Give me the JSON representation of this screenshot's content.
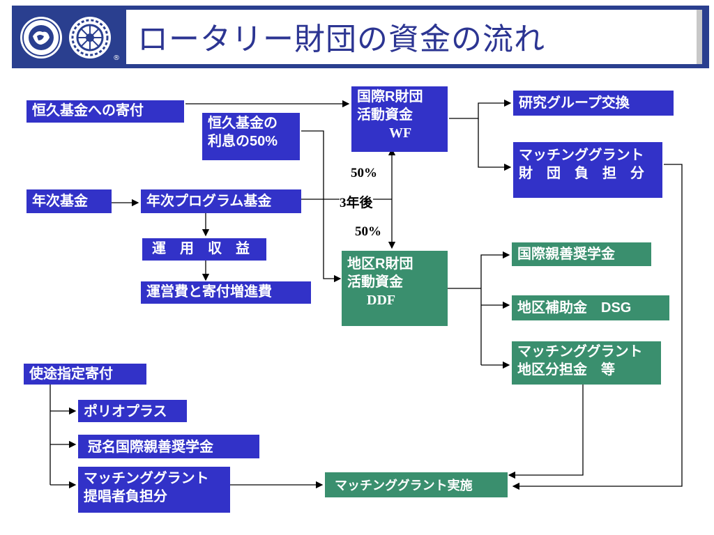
{
  "title": "ロータリー財団の資金の流れ",
  "logos": {
    "left": "rotary-foundation-logo",
    "right": "rotary-international-logo",
    "registered": "®"
  },
  "boxes": {
    "endowment_gift": "恒久基金への寄付",
    "endowment_interest_1": "恒久基金の",
    "endowment_interest_2": "利息の50%",
    "annual_fund": "年次基金",
    "annual_program_fund": "年次プログラム基金",
    "investment_income": "運　用　収　益",
    "operating_costs": "運営費と寄付増進費",
    "wf_1": "国際R財団",
    "wf_2": "活動資金",
    "wf_3": "WF",
    "ddf_1": "地区R財団",
    "ddf_2": "活動資金",
    "ddf_3": "DDF",
    "gse": "研究グループ交換",
    "mg_foundation_1": "マッチンググラント",
    "mg_foundation_2": "財　団　負　担　分",
    "ambassadorial": "国際親善奨学金",
    "dsg": "地区補助金　DSG",
    "mg_district_1": "マッチンググラント",
    "mg_district_2": "地区分担金　等",
    "designated_gift": "使途指定寄付",
    "polioplus": "ポリオプラス",
    "named_scholarship": "冠名国際親善奨学金",
    "mg_sponsor_1": "マッチンググラント",
    "mg_sponsor_2": "提唱者負担分",
    "mg_implementation": "マッチンググラント実施"
  },
  "labels": {
    "pct_top": "50%",
    "three_years": "3年後",
    "pct_bottom": "50%"
  },
  "colors": {
    "blue_box": "#3232c8",
    "green_box": "#3a8f6e",
    "header": "#2a3f8f",
    "title_text": "#2c3592"
  }
}
